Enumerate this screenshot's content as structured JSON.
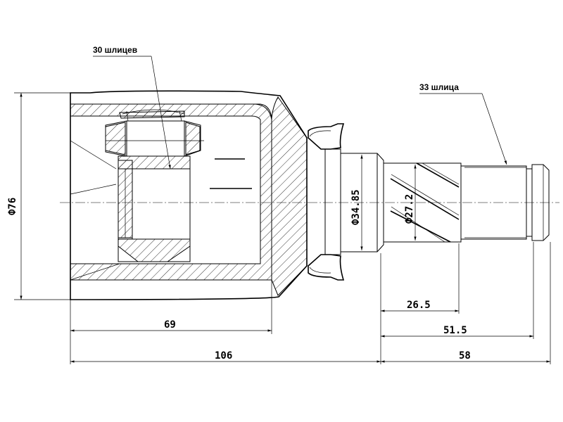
{
  "callouts": {
    "inner_splines": "30 шлицев",
    "outer_splines": "33 шлица"
  },
  "dimensions": {
    "outer_diameter": "Ф76",
    "seal_diameter": "Ф34.85",
    "shaft_diameter": "Ф27.2",
    "spline_length": "26.5",
    "shaft_mid_length": "51.5",
    "shaft_length": "58",
    "housing_depth": "69",
    "body_length": "106"
  }
}
